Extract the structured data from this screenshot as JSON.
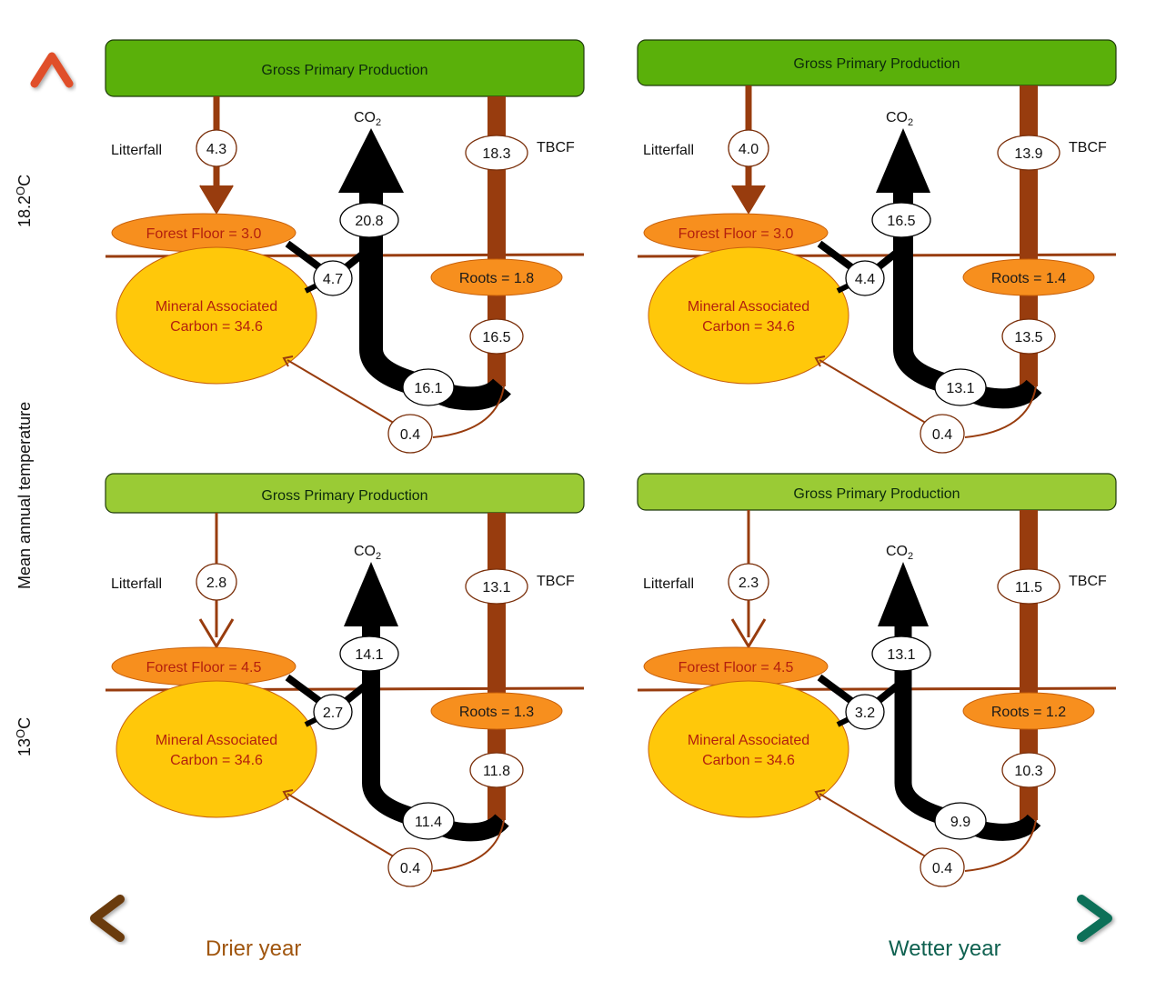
{
  "figure": {
    "y_axis": {
      "label": "Mean annual temperature",
      "high_label": "18.2",
      "high_unit": "O",
      "high_suffix": "C",
      "low_label": "13",
      "low_unit": "O",
      "low_suffix": "C",
      "gradient_colors": [
        "#e0502a",
        "#e38a1e",
        "#a9c52a",
        "#1f9a4a",
        "#1a9ad6",
        "#2a33e8"
      ]
    },
    "x_axis": {
      "left_label": "Drier year",
      "right_label": "Wetter year",
      "gradient_colors": [
        "#6b3a0c",
        "#c8640c",
        "#f5be0a",
        "#7aad3a",
        "#139a77",
        "#0b6f58"
      ]
    },
    "colors": {
      "gpp_hot": "#5ab00a",
      "gpp_cool": "#9acb35",
      "flux_brown": "#983c0e",
      "respiration": "#000000",
      "forest_floor_fill": "#f78f1e",
      "mineral_fill": "#ffc80a",
      "roots_fill": "#f78f1e"
    },
    "labels": {
      "gpp": "Gross Primary Production",
      "co2": "CO",
      "co2_sub": "2",
      "litterfall": "Litterfall",
      "tbcf": "TBCF",
      "forest_floor_prefix": "Forest Floor =  ",
      "mineral_line1": "Mineral Associated",
      "mineral_line2_prefix": "Carbon = ",
      "roots_prefix": "Roots = "
    },
    "panels": [
      {
        "id": "warm-dry",
        "temperature": "18.2 C",
        "moisture": "Drier year",
        "gpp_style": "hot",
        "litterfall": "4.3",
        "tbcf": "18.3",
        "co2_total": "20.8",
        "forest_floor": "3.0",
        "ff_to_mineral": "4.7",
        "mineral_carbon": "34.6",
        "roots": "1.8",
        "root_flux": "16.5",
        "root_respiration": "16.1",
        "root_to_mineral": "0.4"
      },
      {
        "id": "warm-wet",
        "temperature": "18.2 C",
        "moisture": "Wetter year",
        "gpp_style": "hot",
        "litterfall": "4.0",
        "tbcf": "13.9",
        "co2_total": "16.5",
        "forest_floor": "3.0",
        "ff_to_mineral": "4.4",
        "mineral_carbon": "34.6",
        "roots": "1.4",
        "root_flux": "13.5",
        "root_respiration": "13.1",
        "root_to_mineral": "0.4"
      },
      {
        "id": "cool-dry",
        "temperature": "13 C",
        "moisture": "Drier year",
        "gpp_style": "cool",
        "litterfall": "2.8",
        "tbcf": "13.1",
        "co2_total": "14.1",
        "forest_floor": "4.5",
        "ff_to_mineral": "2.7",
        "mineral_carbon": "34.6",
        "roots": "1.3",
        "root_flux": "11.8",
        "root_respiration": "11.4",
        "root_to_mineral": "0.4"
      },
      {
        "id": "cool-wet",
        "temperature": "13 C",
        "moisture": "Wetter year",
        "gpp_style": "cool",
        "litterfall": "2.3",
        "tbcf": "11.5",
        "co2_total": "13.1",
        "forest_floor": "4.5",
        "ff_to_mineral": "3.2",
        "mineral_carbon": "34.6",
        "roots": "1.2",
        "root_flux": "10.3",
        "root_respiration": "9.9",
        "root_to_mineral": "0.4"
      }
    ]
  }
}
